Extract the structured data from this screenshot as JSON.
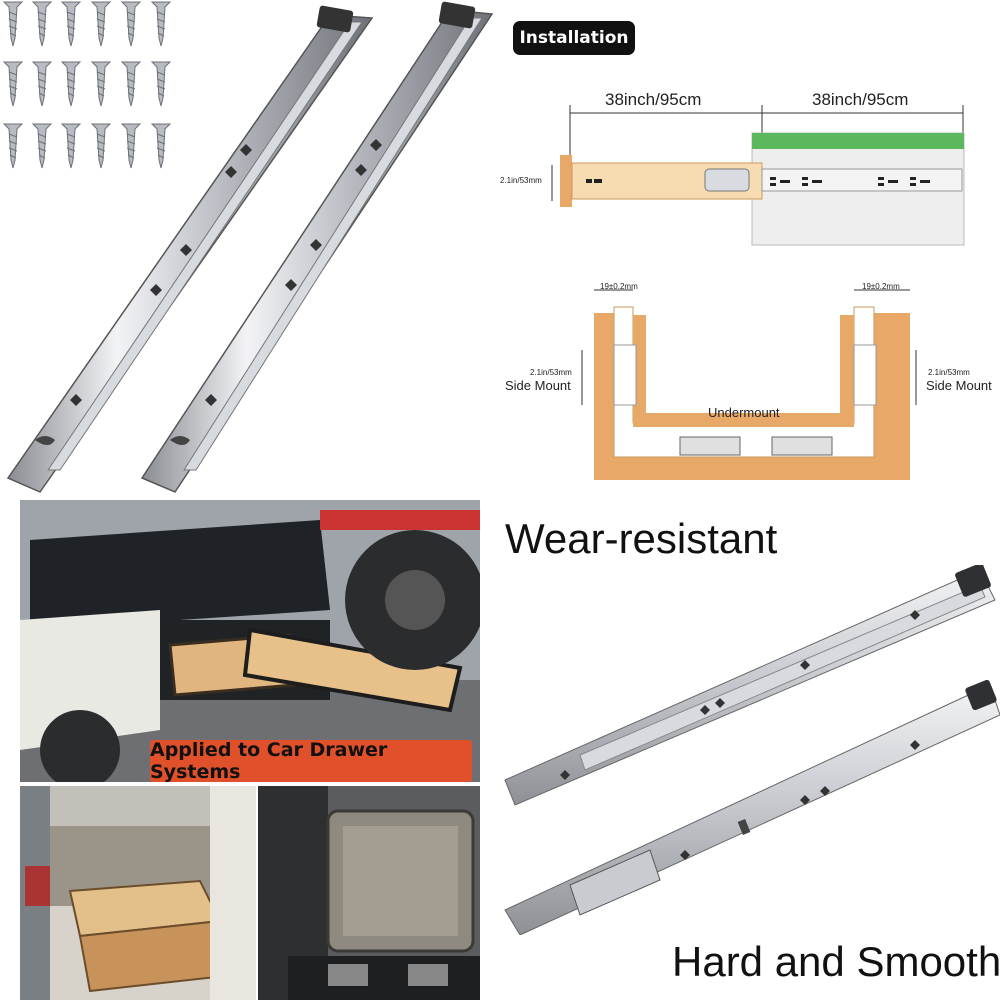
{
  "installation": {
    "badge": "Installation",
    "top_left_length": "38inch/95cm",
    "top_right_length": "38inch/95cm",
    "height_label": "2.1in/53mm",
    "gap_left": "19±0.2mm",
    "gap_right": "19±0.2mm",
    "side_height_left": "2.1in/53mm",
    "side_height_right": "2.1in/53mm",
    "side_mount_left": "Side Mount",
    "side_mount_right": "Side Mount",
    "undermount": "Undermount"
  },
  "banner": {
    "car_systems": "Applied to Car Drawer Systems"
  },
  "features": {
    "wear": "Wear-resistant",
    "smooth": "Hard and Smooth"
  },
  "colors": {
    "wood": "#e8a868",
    "accent_orange": "#e0502a",
    "green": "#4caf50"
  }
}
